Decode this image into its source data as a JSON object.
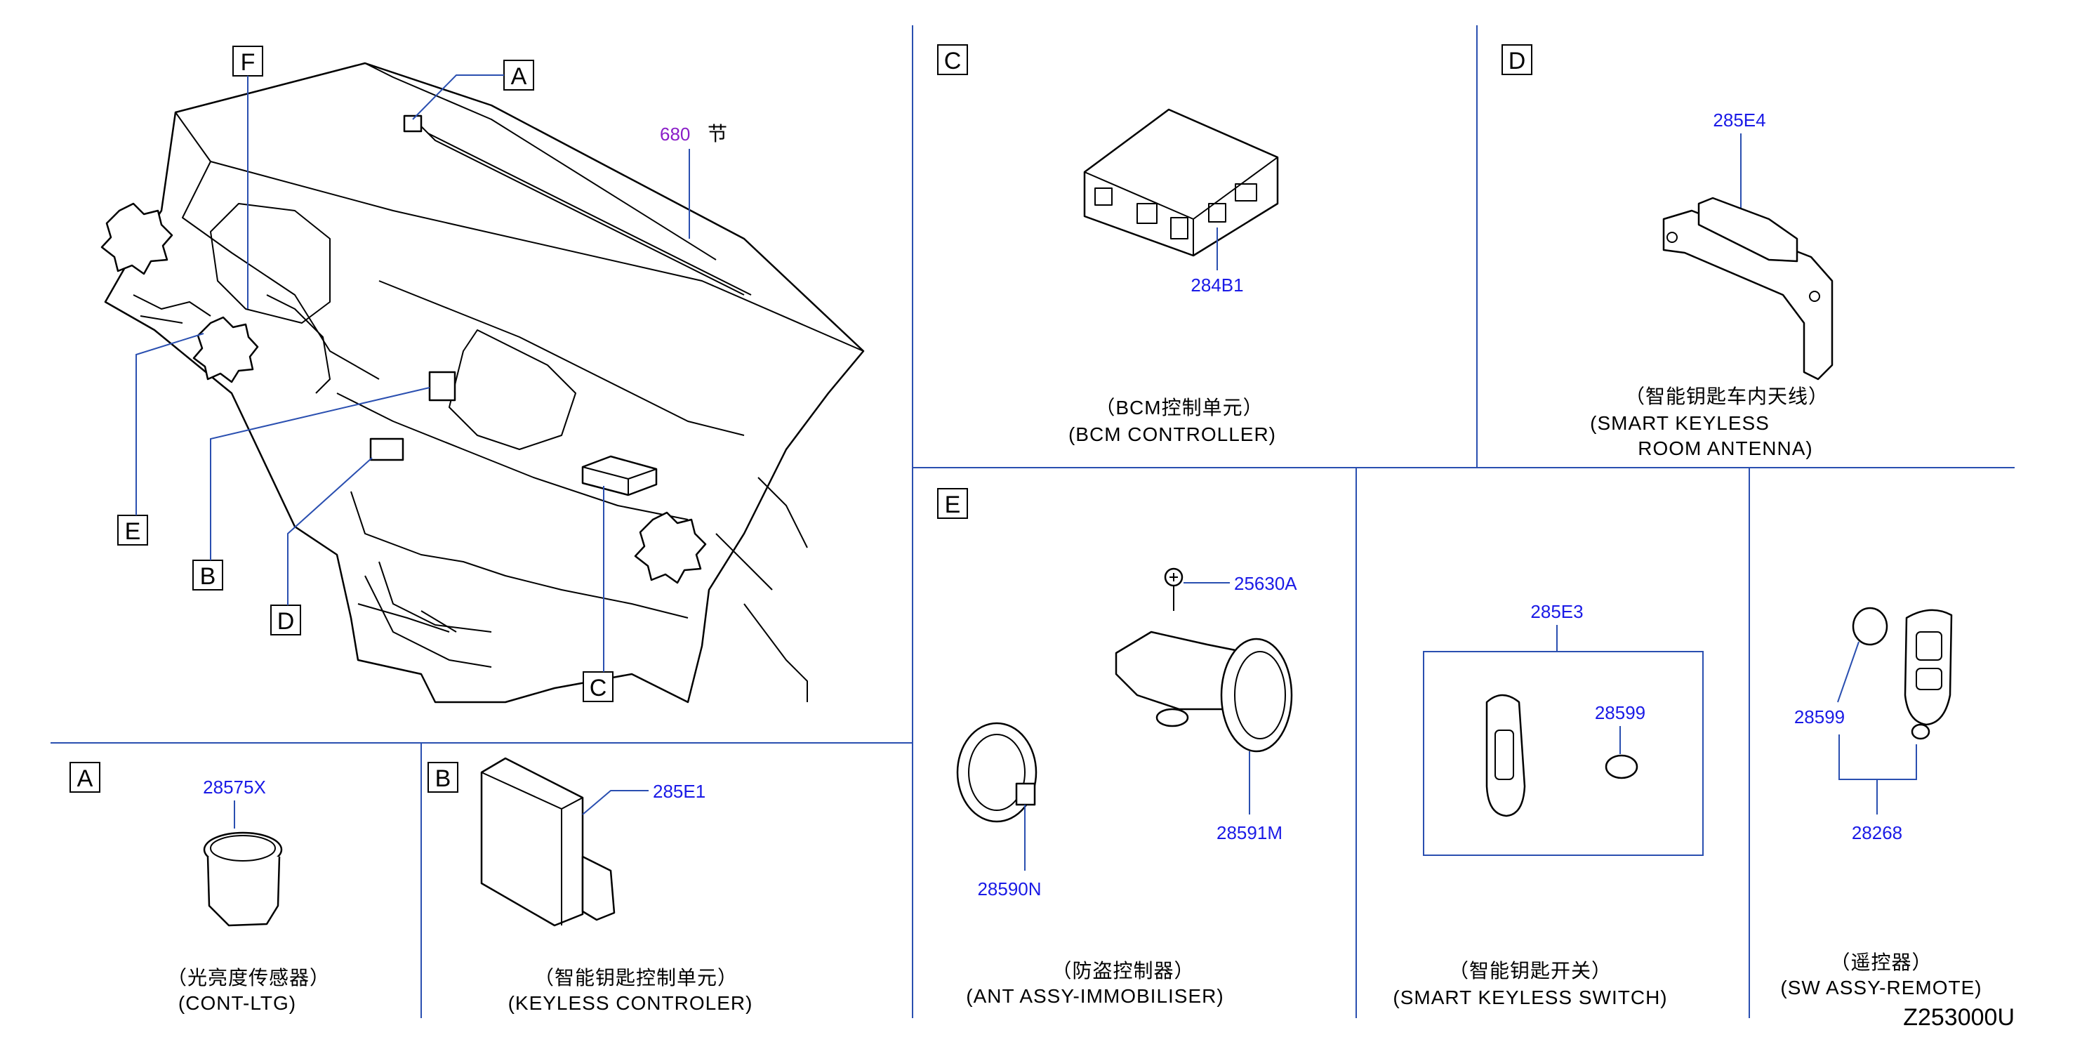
{
  "diagram_code": "Z253000U",
  "overview": {
    "callouts": [
      "A",
      "B",
      "C",
      "D",
      "E",
      "F"
    ],
    "ref_number": "680",
    "ref_suffix": "节"
  },
  "panels": {
    "A": {
      "letter": "A",
      "part_numbers": [
        "28575X"
      ],
      "caption_cn": "（光亮度传感器）",
      "caption_en": "(CONT-LTG)"
    },
    "B": {
      "letter": "B",
      "part_numbers": [
        "285E1"
      ],
      "caption_cn": "（智能钥匙控制单元）",
      "caption_en": "(KEYLESS   CONTROLER)"
    },
    "C": {
      "letter": "C",
      "part_numbers": [
        "284B1"
      ],
      "caption_cn": "（BCM控制单元）",
      "caption_en": "(BCM   CONTROLLER)"
    },
    "D": {
      "letter": "D",
      "part_numbers": [
        "285E4"
      ],
      "caption_cn": "（智能钥匙车内天线）",
      "caption_en_line1": "(SMART   KEYLESS",
      "caption_en_line2": "ROOM   ANTENNA)"
    },
    "E": {
      "letter": "E",
      "part_numbers": [
        "25630A",
        "28591M",
        "28590N"
      ],
      "caption_cn": "（防盗控制器）",
      "caption_en": "(ANT   ASSY-IMMOBILISER)"
    },
    "switch": {
      "part_numbers": [
        "285E3",
        "28599"
      ],
      "caption_cn": "（智能钥匙开关）",
      "caption_en": "(SMART   KEYLESS   SWITCH)"
    },
    "remote": {
      "part_numbers": [
        "28599",
        "28268"
      ],
      "caption_cn": "（遥控器）",
      "caption_en": "(SW   ASSY-REMOTE)"
    }
  },
  "colors": {
    "part_number": "#1a1ae6",
    "ref_number": "#8a1ec8",
    "separator": "#2a4fb0"
  }
}
